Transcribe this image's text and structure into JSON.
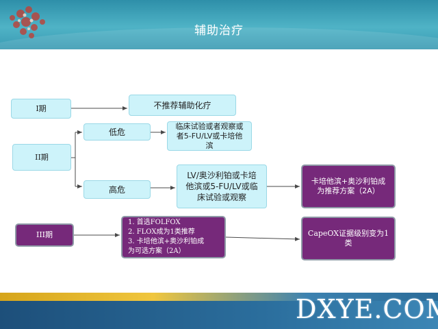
{
  "slide": {
    "title": "辅助治疗"
  },
  "stages": {
    "i": "I期",
    "ii": "II期",
    "iii": "III期"
  },
  "risk": {
    "low": "低危",
    "high": "高危"
  },
  "nodes": {
    "no_adjuvant": "不推荐辅助化疗",
    "low_plan_lines": [
      "临床试验或者观察或",
      "者5-FU/LV或卡培他",
      "滨"
    ],
    "high_plan_lines": [
      "LV/奥沙利铂或卡培",
      "他滨或5-FU/LV或临",
      "床试验或观察"
    ],
    "high_reco_lines": [
      "卡培他滨+奥沙利铂成",
      "为推荐方案（2A）"
    ],
    "iii_options_lines": [
      "1. 首选FOLFOX",
      "2. FLOX成为1类推荐",
      "3. 卡培他滨+奥沙利铂成",
      "为可选方案（2A）"
    ],
    "capeox_lines": [
      "CapeOX证据级别变为1",
      "类"
    ]
  },
  "brand": {
    "text": "DXYE.COM"
  },
  "colors": {
    "cyan_box": "#cdf3fa",
    "purple_box": "#76297a",
    "header": "#3a9ab3"
  }
}
